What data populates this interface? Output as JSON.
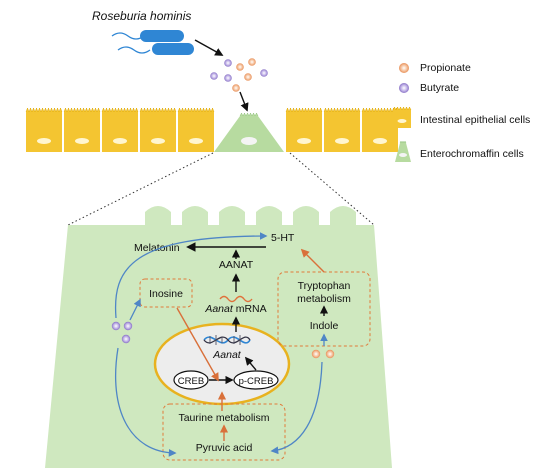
{
  "bacterium": {
    "name": "Roseburia hominis",
    "color": "#2f86d4"
  },
  "legend": [
    {
      "id": "propionate",
      "label": "Propionate",
      "color": "#f0a070"
    },
    {
      "id": "butyrate",
      "label": "Butyrate",
      "color": "#9e8ad0"
    },
    {
      "id": "epithelial",
      "label": "Intestinal epithelial cells",
      "color": "#f4c531"
    },
    {
      "id": "enterochromaffin",
      "label": "Enterochromaffin cells",
      "color": "#b7dba0"
    }
  ],
  "pathway": {
    "melatonin": "Melatonin",
    "serotonin": "5-HT",
    "aanat": "AANAT",
    "aanat_mrna_gene": "Aanat",
    "aanat_mrna_suffix": " mRNA",
    "aanat_gene": "Aanat",
    "inosine": "Inosine",
    "tryptophan_line1": "Tryptophan",
    "tryptophan_line2": "metabolism",
    "indole": "Indole",
    "creb": "CREB",
    "pcreb": "p-CREB",
    "taurine": "Taurine metabolism",
    "pyruvic": "Pyruvic acid"
  },
  "colors": {
    "cell_fill": "#cfe8bf",
    "nucleus_fill": "#ededed",
    "nucleus_stroke": "#e8b21f",
    "dashed_box": "#e07a3a",
    "blue_arrow": "#4f86c6",
    "orange_arrow": "#d9703a"
  }
}
